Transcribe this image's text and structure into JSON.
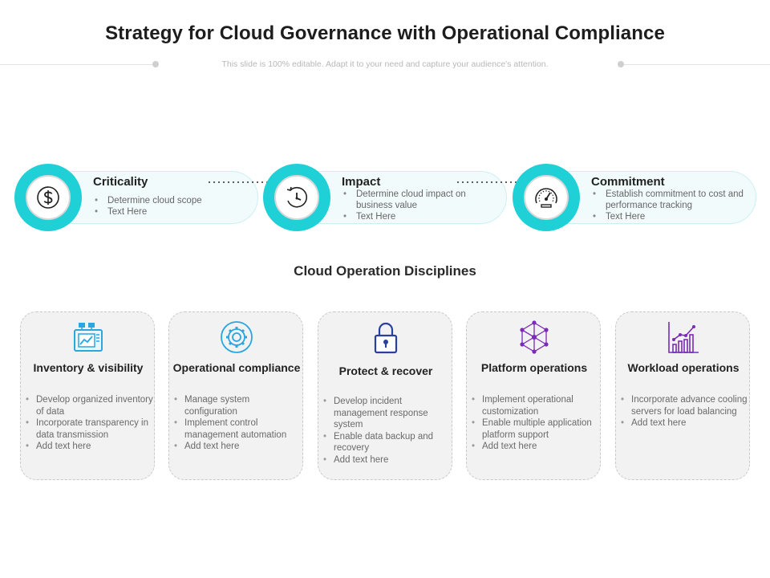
{
  "title": "Strategy for Cloud Governance with Operational Compliance",
  "subtitle": "This slide is 100% editable. Adapt it to your need and capture your audience's attention.",
  "colors": {
    "accent": "#1fd0d6",
    "pill_bg": "#f1fbfc",
    "card_bg": "#f2f2f2",
    "icon_blue": "#2b3f9e",
    "icon_purple": "#7a2bb8"
  },
  "pillars": [
    {
      "title": "Criticality",
      "icon": "dollar-icon",
      "items": [
        "Determine cloud scope",
        "Text Here"
      ]
    },
    {
      "title": "Impact",
      "icon": "clock-icon",
      "items": [
        "Determine cloud impact on business value",
        "Text Here"
      ]
    },
    {
      "title": "Commitment",
      "icon": "speedometer-icon",
      "items": [
        "Establish commitment to cost and performance tracking",
        "Text Here"
      ]
    }
  ],
  "section_title": "Cloud Operation Disciplines",
  "disciplines": [
    {
      "title": "Inventory & visibility",
      "icon": "dashboard-monitor-icon",
      "items": [
        "Develop organized inventory of data",
        "Incorporate transparency in data transmission",
        "Add text here"
      ]
    },
    {
      "title": "Operational compliance",
      "icon": "gear-icon",
      "items": [
        "Manage system configuration",
        "Implement control management automation",
        "Add text here"
      ]
    },
    {
      "title": "Protect & recover",
      "icon": "padlock-icon",
      "items": [
        "Develop incident management response system",
        "Enable data backup and recovery",
        "Add text here"
      ]
    },
    {
      "title": "Platform operations",
      "icon": "network-icon",
      "items": [
        "Implement operational customization",
        "Enable multiple application platform support",
        "Add text here"
      ]
    },
    {
      "title": "Workload operations",
      "icon": "growth-chart-icon",
      "items": [
        "Incorporate advance cooling servers for load balancing",
        "Add text here"
      ]
    }
  ]
}
